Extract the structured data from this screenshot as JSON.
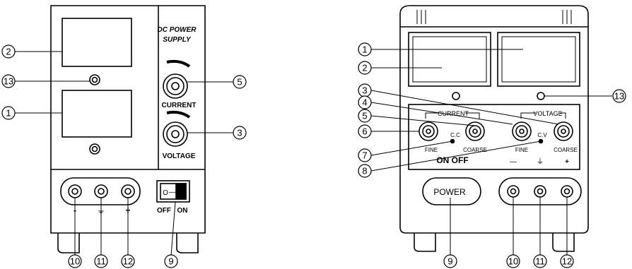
{
  "left_panel": {
    "title_line1": "DC POWER",
    "title_line2": "SUPPLY",
    "current_label": "CURRENT",
    "voltage_label": "VOLTAGE",
    "terminal_minus": "-",
    "terminal_ground": "⏚",
    "terminal_plus": "+",
    "switch_off": "OFF",
    "switch_on": "ON",
    "switch_o": "O",
    "switch_i": "—",
    "callouts": [
      "2",
      "13",
      "1",
      "5",
      "3",
      "10",
      "11",
      "12",
      "9"
    ]
  },
  "right_panel": {
    "current_group": "CURRENT",
    "voltage_group": "VOLTAGE",
    "cc_label": "C.C",
    "cv_label": "C.V",
    "fine_label": "FINE",
    "coarse_label": "COARSE",
    "fine_label2": "FINE",
    "coarse_label2": "COARSE",
    "on_off": "ON OFF",
    "minus": "—",
    "ground": "⏚",
    "plus": "+",
    "power_button": "POWER",
    "callouts_left": [
      "1",
      "2",
      "3",
      "4",
      "5",
      "6",
      "7",
      "8"
    ],
    "callout_right": "13",
    "callouts_bottom": [
      "9",
      "10",
      "11",
      "12"
    ]
  }
}
